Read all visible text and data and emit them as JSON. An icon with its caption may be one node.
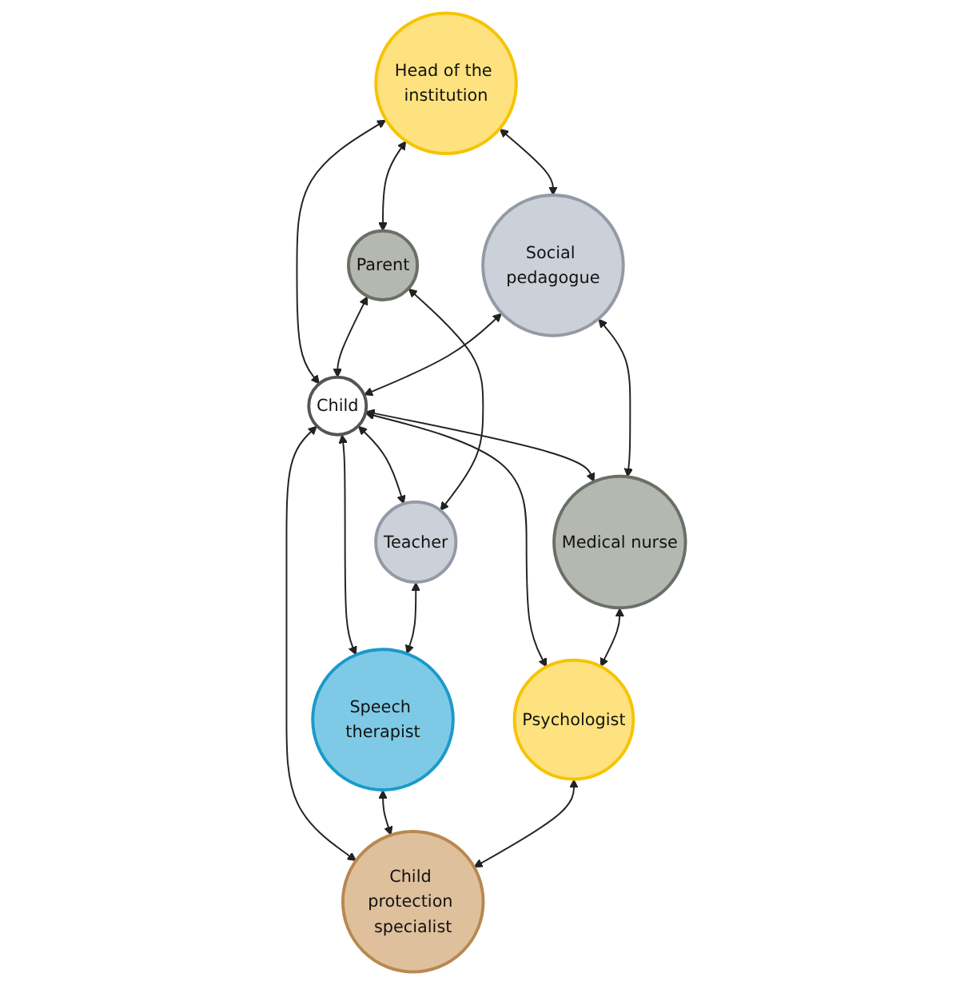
{
  "diagram": {
    "nodes": [
      {
        "text": [
          "Head of the institution"
        ]
      },
      {
        "text": [
          "Social pedagogue"
        ]
      },
      {
        "text": [
          "Parent"
        ]
      },
      {
        "text": [
          "Medical nurse"
        ]
      },
      {
        "text": [
          "Child"
        ]
      },
      {
        "text": [
          "Teacher"
        ]
      },
      {
        "text": [
          "Psychologist"
        ]
      },
      {
        "text": [
          "Speech therapist"
        ]
      },
      {
        "text": [
          "Child protection specialist"
        ]
      }
    ],
    "edges": [
      {
        "from": 0,
        "to": 4,
        "arrow": "both"
      },
      {
        "from": 2,
        "to": 4,
        "arrow": "both"
      },
      {
        "from": 4,
        "to": 5,
        "arrow": "both"
      },
      {
        "from": 4,
        "to": 7,
        "arrow": "both"
      },
      {
        "from": 4,
        "to": 8,
        "arrow": "both"
      },
      {
        "from": 4,
        "to": 6,
        "arrow": "both"
      },
      {
        "from": 4,
        "to": 3,
        "arrow": "both"
      },
      {
        "from": 1,
        "to": 4,
        "arrow": "both"
      },
      {
        "from": 0,
        "to": 2,
        "arrow": "both"
      },
      {
        "from": 2,
        "to": 5,
        "arrow": "both"
      },
      {
        "from": 5,
        "to": 7,
        "arrow": "both"
      },
      {
        "from": 7,
        "to": 8,
        "arrow": "both"
      },
      {
        "from": 6,
        "to": 8,
        "arrow": "both"
      },
      {
        "from": 3,
        "to": 6,
        "arrow": "both"
      },
      {
        "from": 1,
        "to": 3,
        "arrow": "both"
      },
      {
        "from": 0,
        "to": 1,
        "arrow": "both"
      }
    ]
  }
}
